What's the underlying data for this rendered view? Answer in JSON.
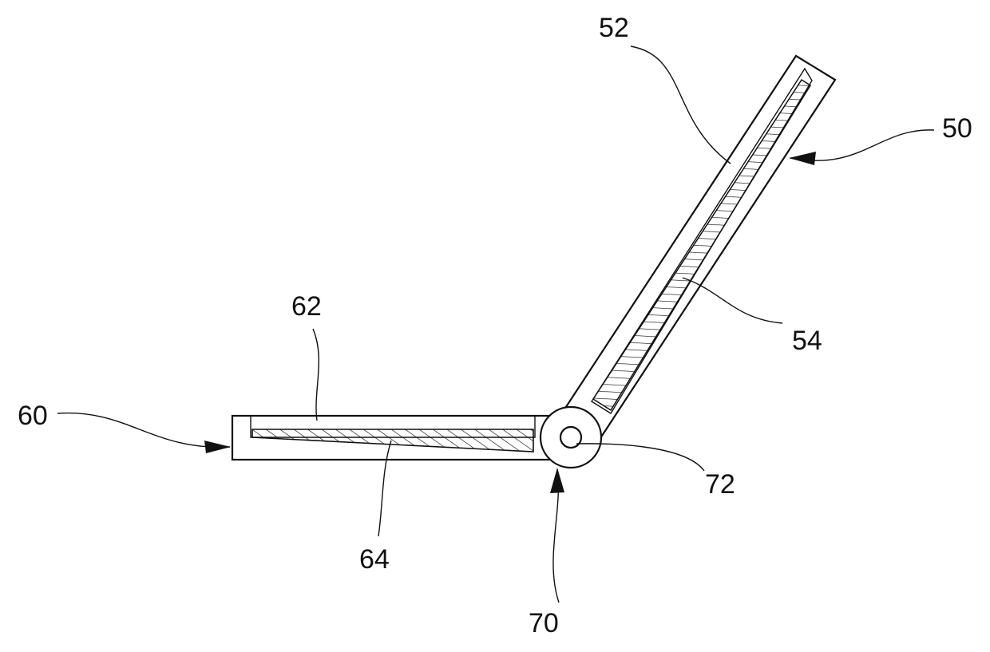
{
  "labels": {
    "l50": "50",
    "l52": "52",
    "l54": "54",
    "l60": "60",
    "l62": "62",
    "l64": "64",
    "l70": "70",
    "l72": "72"
  },
  "colors": {
    "line": "#111111",
    "background": "#ffffff"
  }
}
